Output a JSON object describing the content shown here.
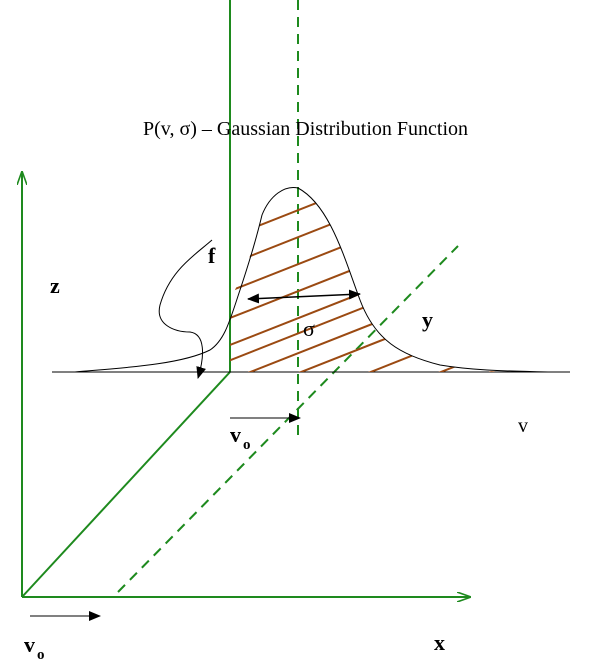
{
  "title_label": "P(v, σ) – Gaussian Distribution Function",
  "axes": {
    "z_label": "z",
    "x_label": "x",
    "y_label": "y",
    "v_label": "v"
  },
  "curve_labels": {
    "f_label": "f",
    "sigma_label": "σ"
  },
  "velocity_labels": {
    "top_v": "v",
    "top_sub": "o",
    "bottom_v": "v",
    "bottom_sub": "o"
  },
  "colors": {
    "axis_green": "#1e8a1e",
    "hatch_brown": "#9b4a12",
    "ink": "#000000"
  }
}
